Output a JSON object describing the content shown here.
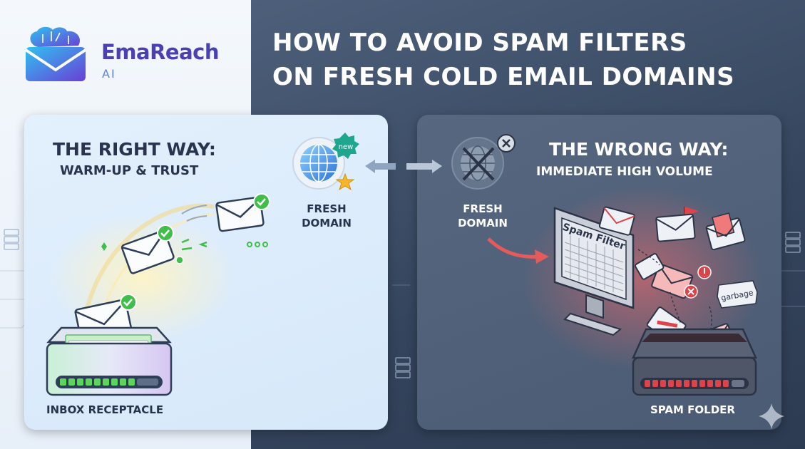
{
  "brand": {
    "name": "EmaReach",
    "suffix": "AI"
  },
  "headline": {
    "line1": "HOW TO AVOID SPAM FILTERS",
    "line2": "ON FRESH COLD EMAIL DOMAINS"
  },
  "right_way": {
    "title": "THE RIGHT WAY:",
    "subtitle": "WARM-UP & TRUST",
    "domain_label_line1": "FRESH",
    "domain_label_line2": "DOMAIN",
    "badge": "new",
    "inbox_label": "INBOX RECEPTACLE"
  },
  "wrong_way": {
    "title": "THE WRONG WAY:",
    "subtitle": "IMMEDIATE HIGH VOLUME",
    "domain_label_line1": "FRESH",
    "domain_label_line2": "DOMAIN",
    "monitor_text": "Spam Filter",
    "garbage_tag": "garbage",
    "spam_label": "SPAM FOLDER"
  },
  "colors": {
    "accent_purple": "#4a3fb4",
    "accent_blue": "#5c83e0",
    "success_green": "#3fbf4a",
    "danger_red": "#e0424a",
    "panel_left": "#dcebfb",
    "panel_right": "#52637b"
  },
  "icons": [
    "brain-envelope-logo-icon",
    "globe-icon",
    "new-badge-icon",
    "star-icon",
    "envelope-icon",
    "checkmark-icon",
    "close-icon",
    "spam-filter-monitor-icon",
    "flag-icon",
    "warning-icon",
    "inbox-tray-icon",
    "spam-tray-icon",
    "server-icon",
    "sparkle-icon"
  ]
}
